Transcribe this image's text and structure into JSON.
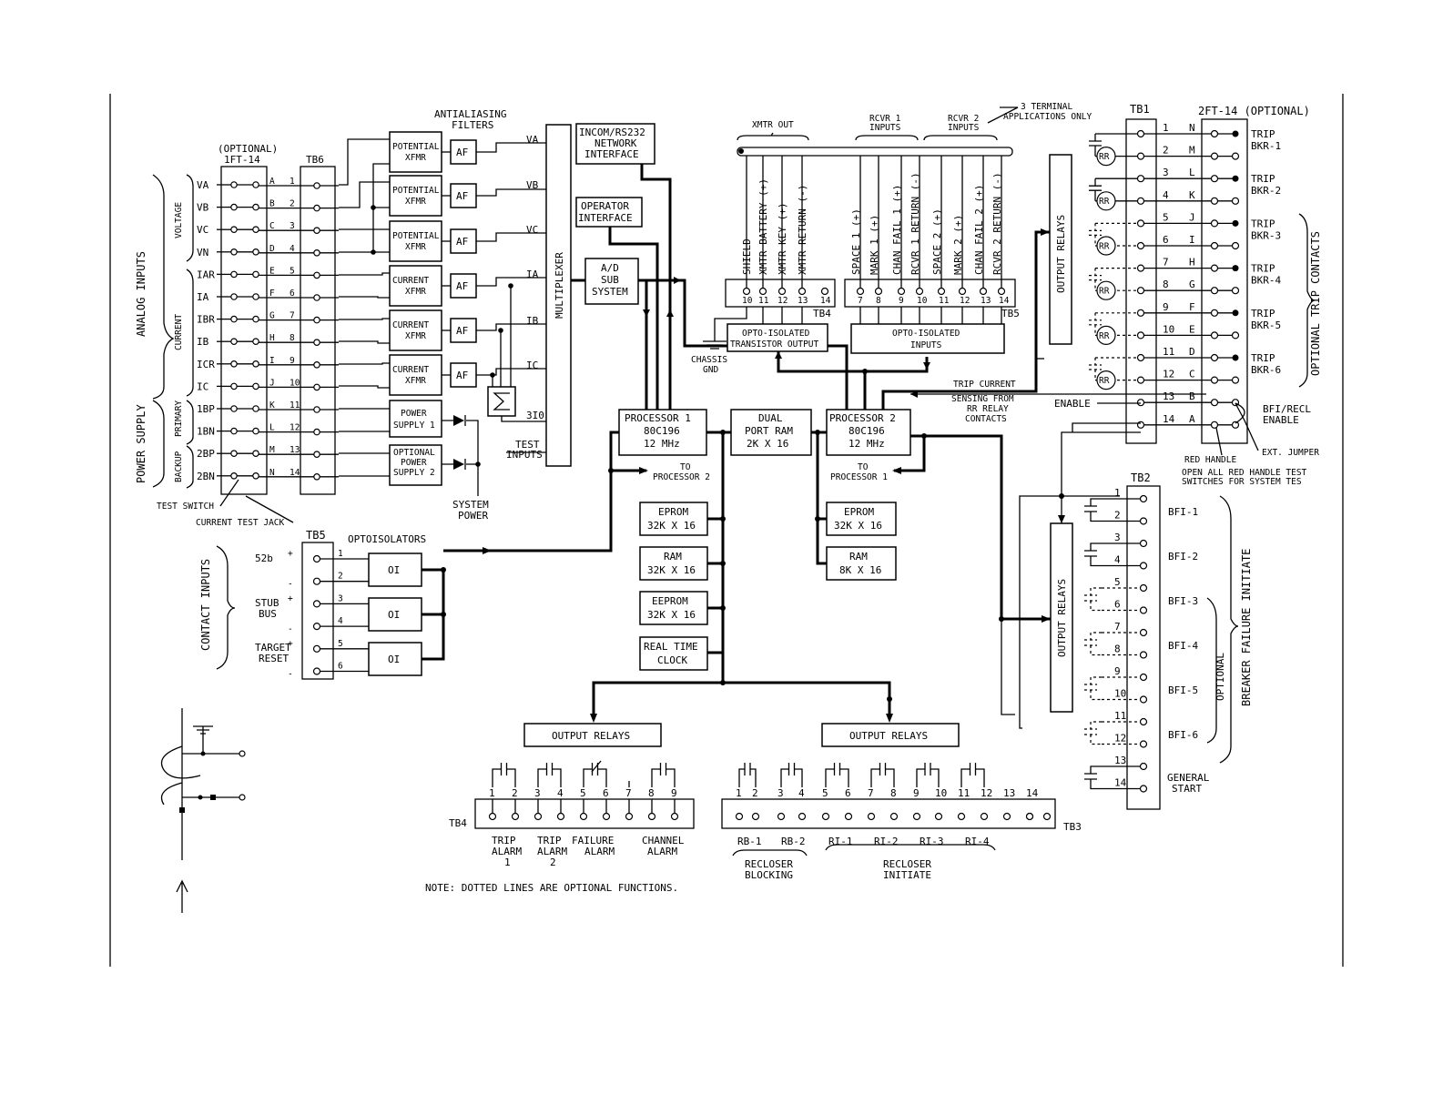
{
  "analog": {
    "group_title": "ANALOG INPUTS",
    "voltage_label": "VOLTAGE",
    "current_label": "CURRENT",
    "optional_label": "(OPTIONAL)",
    "ft14_label": "1FT-14",
    "tb6_label": "TB6",
    "rows": [
      {
        "name": "VA",
        "letter": "A",
        "num": "1"
      },
      {
        "name": "VB",
        "letter": "B",
        "num": "2"
      },
      {
        "name": "VC",
        "letter": "C",
        "num": "3"
      },
      {
        "name": "VN",
        "letter": "D",
        "num": "4"
      },
      {
        "name": "IAR",
        "letter": "E",
        "num": "5"
      },
      {
        "name": "IA",
        "letter": "F",
        "num": "6"
      },
      {
        "name": "IBR",
        "letter": "G",
        "num": "7"
      },
      {
        "name": "IB",
        "letter": "H",
        "num": "8"
      },
      {
        "name": "ICR",
        "letter": "I",
        "num": "9"
      },
      {
        "name": "IC",
        "letter": "J",
        "num": "10"
      },
      {
        "name": "1BP",
        "letter": "K",
        "num": "11"
      },
      {
        "name": "1BN",
        "letter": "L",
        "num": "12"
      },
      {
        "name": "2BP",
        "letter": "M",
        "num": "13"
      },
      {
        "name": "2BN",
        "letter": "N",
        "num": "14"
      }
    ],
    "power_supply_label": "POWER SUPPLY",
    "primary_label": "PRIMARY",
    "backup_label": "BACKUP",
    "test_switch": "TEST SWITCH",
    "current_test_jack": "CURRENT TEST JACK"
  },
  "filters": {
    "title1": "ANTIALIASING",
    "title2": "FILTERS",
    "af": "AF",
    "pt1": "POTENTIAL",
    "pt2": "XFMR",
    "ct1": "CURRENT",
    "ct2": "XFMR",
    "ps1a": "POWER",
    "ps1b": "SUPPLY 1",
    "ps2a": "OPTIONAL",
    "ps2b": "POWER",
    "ps2c": "SUPPLY 2",
    "system_power1": "SYSTEM",
    "system_power2": "POWER"
  },
  "mux": {
    "label": "MULTIPLEXER",
    "inputs": [
      "VA",
      "VB",
      "VC",
      "IA",
      "IB",
      "IC",
      "3I0"
    ],
    "test_inputs1": "TEST",
    "test_inputs2": "INPUTS"
  },
  "core": {
    "incom1": "INCOM/RS232",
    "incom2": "NETWORK",
    "incom3": "INTERFACE",
    "operator1": "OPERATOR",
    "operator2": "INTERFACE",
    "ad1": "A/D",
    "ad2": "SUB",
    "ad3": "SYSTEM",
    "p1a": "PROCESSOR 1",
    "p1b": "80C196",
    "p1c": "12 MHz",
    "dual1": "DUAL",
    "dual2": "PORT RAM",
    "dual3": "2K X 16",
    "p2a": "PROCESSOR 2",
    "p2b": "80C196",
    "p2c": "12 MHz",
    "to_p2a": "TO",
    "to_p2b": "PROCESSOR 2",
    "to_p1a": "TO",
    "to_p1b": "PROCESSOR 1",
    "eprom1a": "EPROM",
    "eprom1b": "32K X 16",
    "ram1a": "RAM",
    "ram1b": "32K X 16",
    "eeprom1a": "EEPROM",
    "eeprom1b": "32K X 16",
    "rtc1": "REAL TIME",
    "rtc2": "CLOCK",
    "eprom2a": "EPROM",
    "eprom2b": "32K X 16",
    "ram2a": "RAM",
    "ram2b": "8K X 16"
  },
  "comm": {
    "xmtr_out": "XMTR OUT",
    "rcvr1a": "RCVR 1",
    "rcvr1b": "INPUTS",
    "rcvr2a": "RCVR 2",
    "rcvr2b": "INPUTS",
    "three_term1": "3 TERMINAL",
    "three_term2": "APPLICATIONS ONLY",
    "tb4_signals": [
      "SHIELD",
      "XMTR BATTERY (+)",
      "XMTR KEY (+)",
      "XMTR RETURN (-)"
    ],
    "tb4_terms": [
      "10",
      "11",
      "12",
      "13",
      "14"
    ],
    "tb4_label": "TB4",
    "tb5_signals": [
      "SPACE 1 (+)",
      "MARK 1 (+)",
      "CHAN FAIL 1 (+)",
      "RCVR 1 RETURN (-)",
      "SPACE 2 (+)",
      "MARK 2 (+)",
      "CHAN FAIL 2 (+)",
      "RCVR 2 RETURN (-)"
    ],
    "tb5_terms": [
      "7",
      "8",
      "9",
      "10",
      "11",
      "12",
      "13",
      "14"
    ],
    "tb5_label": "TB5",
    "chassis1": "CHASSIS",
    "chassis2": "GND",
    "opto_tx1": "OPTO-ISOLATED",
    "opto_tx2": "TRANSISTOR OUTPUT",
    "opto_in1": "OPTO-ISOLATED",
    "opto_in2": "INPUTS",
    "trip_current1": "TRIP CURRENT",
    "trip_current2": "SENSING FROM",
    "trip_current3": "RR RELAY",
    "trip_current4": "CONTACTS",
    "output_relays": "OUTPUT RELAYS"
  },
  "trip": {
    "tb1_label": "TB1",
    "ft14_label": "2FT-14 (OPTIONAL)",
    "rows": [
      {
        "num": "1",
        "letter": "N"
      },
      {
        "num": "2",
        "letter": "M"
      },
      {
        "num": "3",
        "letter": "L"
      },
      {
        "num": "4",
        "letter": "K"
      },
      {
        "num": "5",
        "letter": "J"
      },
      {
        "num": "6",
        "letter": "I"
      },
      {
        "num": "7",
        "letter": "H"
      },
      {
        "num": "8",
        "letter": "G"
      },
      {
        "num": "9",
        "letter": "F"
      },
      {
        "num": "10",
        "letter": "E"
      },
      {
        "num": "11",
        "letter": "D"
      },
      {
        "num": "12",
        "letter": "C"
      },
      {
        "num": "13",
        "letter": "B"
      },
      {
        "num": "14",
        "letter": "A"
      }
    ],
    "rr": "RR",
    "trip_word": "TRIP",
    "bkrs": [
      "BKR-1",
      "BKR-2",
      "BKR-3",
      "BKR-4",
      "BKR-5",
      "BKR-6"
    ],
    "optional_trip": "OPTIONAL TRIP CONTACTS",
    "enable": "ENABLE",
    "bfi_recl1": "BFI/RECL",
    "bfi_recl2": "ENABLE",
    "ext_jumper": "EXT. JUMPER",
    "red_handle": "RED HANDLE",
    "open_all1": "OPEN ALL RED HANDLE TEST",
    "open_all2": "SWITCHES FOR SYSTEM TES"
  },
  "bfi": {
    "tb2_label": "TB2",
    "terms": [
      "1",
      "2",
      "3",
      "4",
      "5",
      "6",
      "7",
      "8",
      "9",
      "10",
      "11",
      "12",
      "13",
      "14"
    ],
    "labels": [
      "BFI-1",
      "BFI-2",
      "BFI-3",
      "BFI-4",
      "BFI-5",
      "BFI-6"
    ],
    "general1": "GENERAL",
    "general2": "START",
    "optional": "OPTIONAL",
    "bfi_title": "BREAKER FAILURE INITIATE",
    "output_relays": "OUTPUT RELAYS"
  },
  "contacts": {
    "tb5_label": "TB5",
    "opto_label": "OPTOISOLATORS",
    "group_title": "CONTACT INPUTS",
    "oi": "OI",
    "terms": [
      "1",
      "2",
      "3",
      "4",
      "5",
      "6"
    ],
    "inputs": [
      {
        "l1": "52b",
        "l2": ""
      },
      {
        "l1": "STUB",
        "l2": "BUS"
      },
      {
        "l1": "TARGET",
        "l2": "RESET"
      }
    ],
    "plus": "+",
    "minus": "-"
  },
  "outputs": {
    "left_title": "OUTPUT RELAYS",
    "right_title": "OUTPUT RELAYS",
    "tb4_label": "TB4",
    "tb3_label": "TB3",
    "terms": [
      "1",
      "2",
      "3",
      "4",
      "5",
      "6",
      "7",
      "8",
      "9",
      "10",
      "11",
      "12",
      "13",
      "14"
    ],
    "tb4_groups": [
      {
        "l1": "TRIP",
        "l2": "ALARM",
        "l3": "1"
      },
      {
        "l1": "TRIP",
        "l2": "ALARM",
        "l3": "2"
      },
      {
        "l1": "FAILURE",
        "l2": "ALARM",
        "l3": ""
      },
      {
        "l1": "CHANNEL",
        "l2": "ALARM",
        "l3": ""
      }
    ],
    "tb3_labels": [
      "RB-1",
      "RB-2",
      "RI-1",
      "RI-2",
      "RI-3",
      "RI-4"
    ],
    "recloser_blocking1": "RECLOSER",
    "recloser_blocking2": "BLOCKING",
    "recloser_initiate1": "RECLOSER",
    "recloser_initiate2": "INITIATE",
    "note": "NOTE: DOTTED LINES ARE OPTIONAL FUNCTIONS."
  }
}
